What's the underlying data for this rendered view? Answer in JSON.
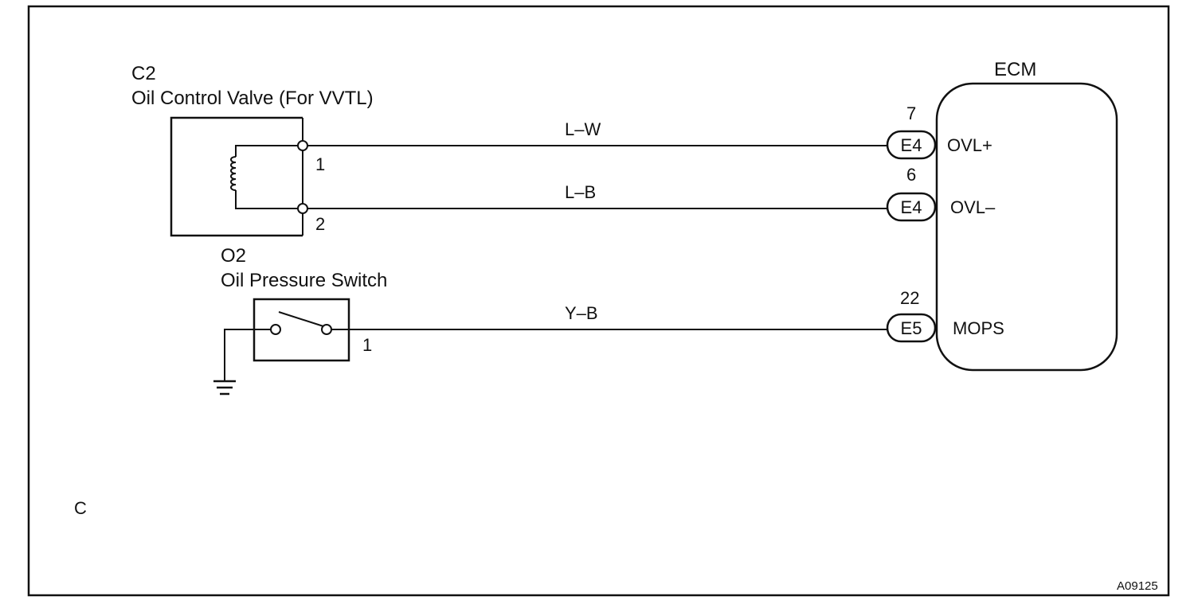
{
  "diagram": {
    "figure_id": "A09125",
    "corner_letter": "C",
    "oil_control_valve": {
      "code": "C2",
      "name": "Oil Control Valve (For VVTL)",
      "pin_1": "1",
      "pin_2": "2"
    },
    "oil_pressure_switch": {
      "code": "O2",
      "name": "Oil Pressure Switch",
      "pin_1": "1"
    },
    "ecm": {
      "label": "ECM",
      "terminals": [
        {
          "pin": "7",
          "connector": "E4",
          "signal": "OVL+"
        },
        {
          "pin": "6",
          "connector": "E4",
          "signal": "OVL–"
        },
        {
          "pin": "22",
          "connector": "E5",
          "signal": "MOPS"
        }
      ]
    },
    "wires": [
      {
        "color_code": "L–W"
      },
      {
        "color_code": "L–B"
      },
      {
        "color_code": "Y–B"
      }
    ]
  }
}
